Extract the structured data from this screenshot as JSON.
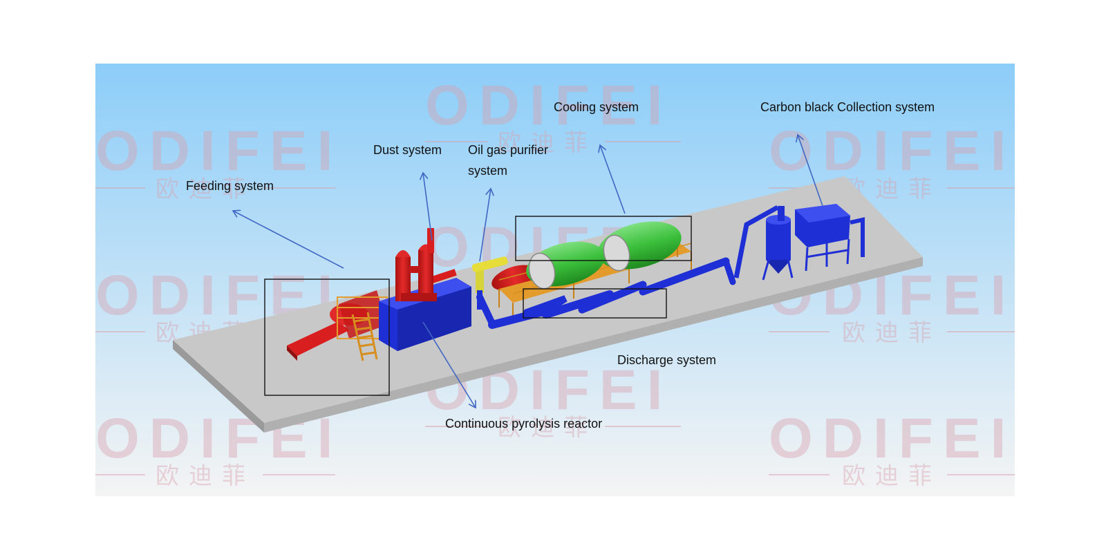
{
  "diagram": {
    "labels": {
      "feeding": "Feeding system",
      "dust": "Dust system",
      "oil_gas": "Oil gas purifier system",
      "cooling": "Cooling system",
      "carbon_black": "Carbon black Collection system",
      "discharge": "Discharge system",
      "reactor": "Continuous pyrolysis reactor"
    },
    "watermark": {
      "brand": "ODIFEI",
      "brand_cn": "欧迪菲"
    },
    "colors": {
      "sky_top": "#8ccdf9",
      "sky_bottom": "#f2f3f4",
      "platform": "#c8c8c8",
      "arrow": "#3f67c3",
      "feeder": "#d81e1e",
      "reactor": "#1f2fd6",
      "platform_frame": "#e39b2c",
      "cooling_tank": "#3fc43f",
      "watermark": "#d9a0ab"
    }
  }
}
